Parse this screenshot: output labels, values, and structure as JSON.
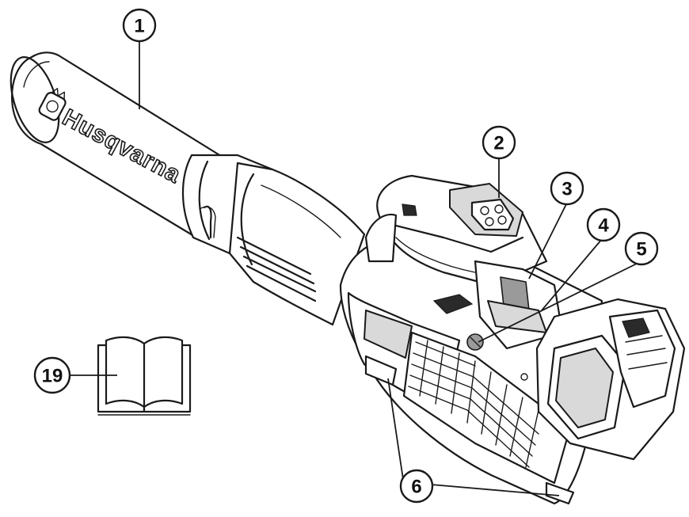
{
  "diagram": {
    "brand_text": "Husqvarna",
    "callouts": [
      {
        "id": "1",
        "label": "1"
      },
      {
        "id": "2",
        "label": "2"
      },
      {
        "id": "3",
        "label": "3"
      },
      {
        "id": "4",
        "label": "4"
      },
      {
        "id": "5",
        "label": "5"
      },
      {
        "id": "6",
        "label": "6"
      },
      {
        "id": "19",
        "label": "19"
      }
    ],
    "icons": [
      "manual-book-icon",
      "husqvarna-logo-icon"
    ],
    "colors": {
      "line": "#1a1a1a",
      "fill_light": "#d9d9d9",
      "fill_mid": "#9a9a9a",
      "background": "#ffffff"
    }
  }
}
